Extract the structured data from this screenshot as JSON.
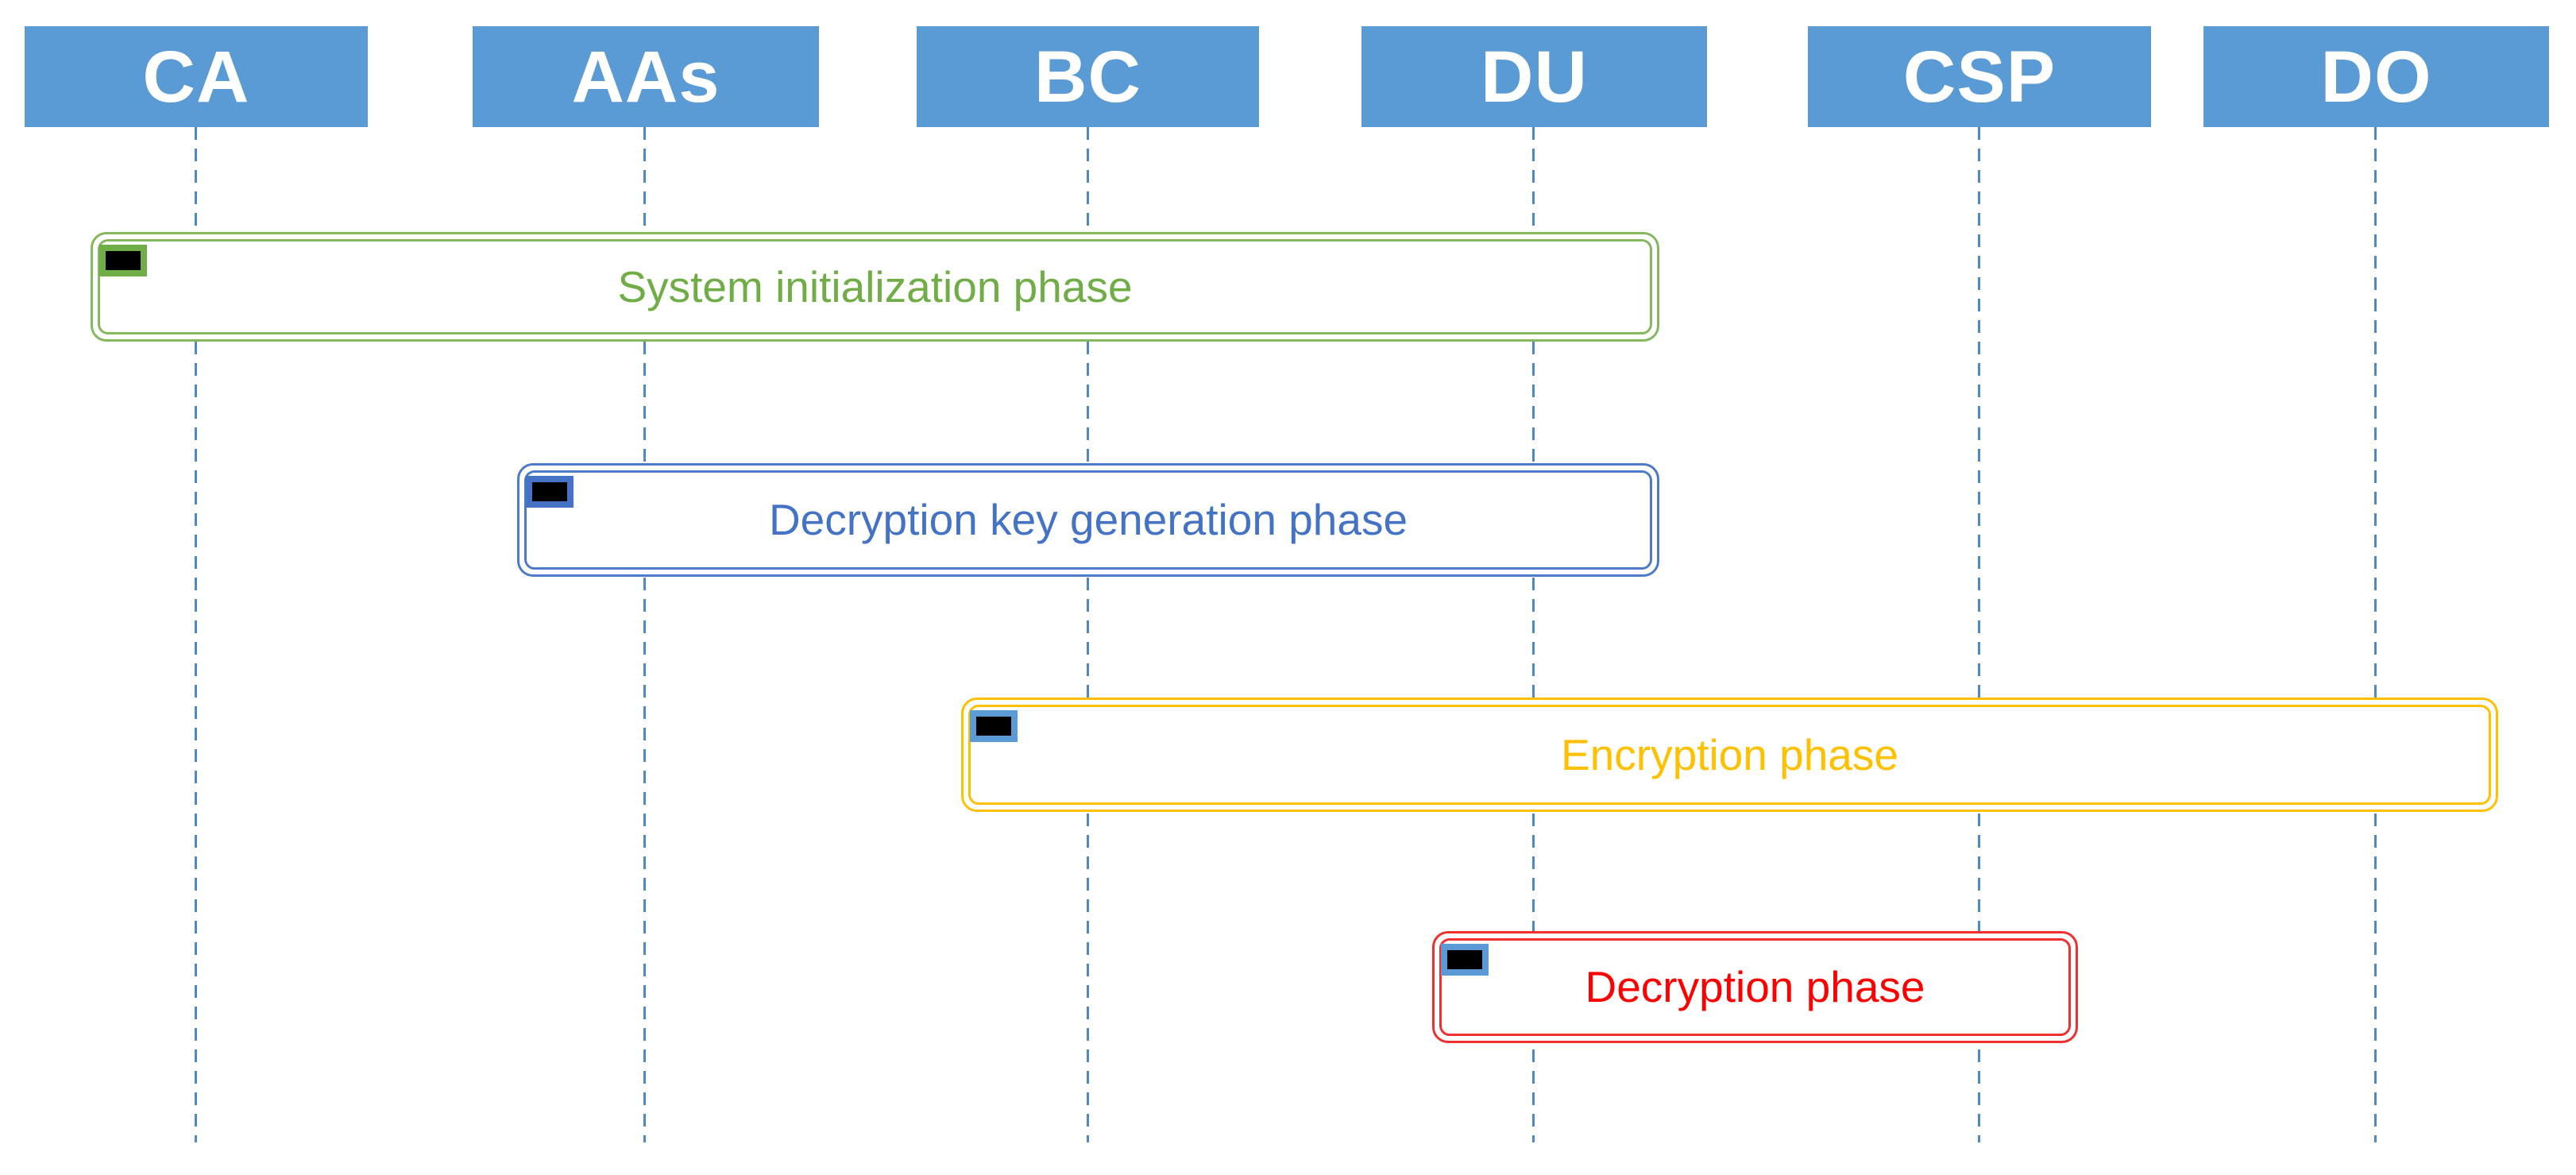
{
  "diagram": {
    "actors": [
      {
        "id": "ca",
        "label": "CA"
      },
      {
        "id": "aas",
        "label": "AAs"
      },
      {
        "id": "bc",
        "label": "BC"
      },
      {
        "id": "du",
        "label": "DU"
      },
      {
        "id": "csp",
        "label": "CSP"
      },
      {
        "id": "do",
        "label": "DO"
      }
    ],
    "phases": [
      {
        "label": "System initialization phase",
        "text_color": "#70AD47",
        "border_color": "#85B75F",
        "marker_border_color": "#70AD47"
      },
      {
        "label": "Decryption key generation phase",
        "text_color": "#4472C4",
        "border_color": "#4E7BC9",
        "marker_border_color": "#4472C4"
      },
      {
        "label": "Encryption phase",
        "text_color": "#FFC000",
        "border_color": "#FFC000",
        "marker_border_color": "#5B9BD5"
      },
      {
        "label": "Decryption phase",
        "text_color": "#FF0000",
        "border_color": "#F03030",
        "marker_border_color": "#5B9BD5"
      }
    ],
    "colors": {
      "actor_background": "#5B9BD5",
      "actor_text": "#FFFFFF",
      "lifeline": "#5088C4",
      "marker_fill": "#000000"
    }
  }
}
